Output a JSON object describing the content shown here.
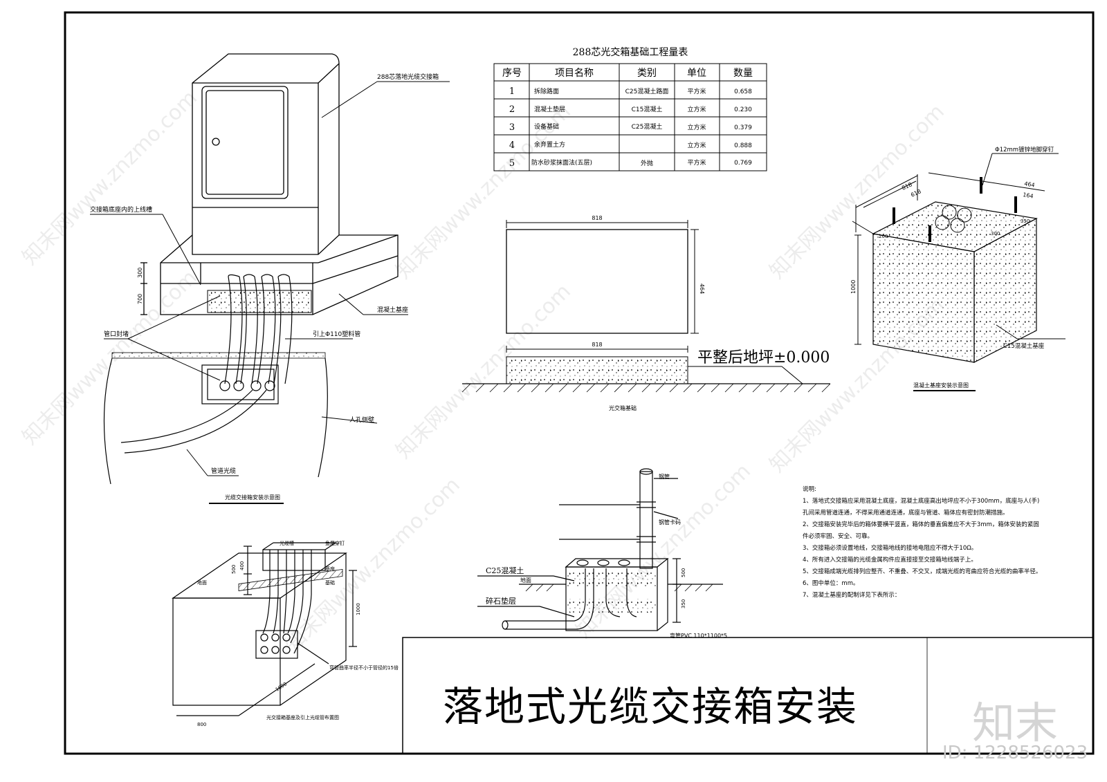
{
  "table": {
    "title": "288芯光交箱基础工程量表",
    "headers": [
      "序号",
      "项目名称",
      "类别",
      "单位",
      "数量"
    ],
    "rows": [
      [
        "1",
        "拆除路面",
        "C25混凝土路面",
        "平方米",
        "0.658"
      ],
      [
        "2",
        "混凝土垫层",
        "C15混凝土",
        "立方米",
        "0.230"
      ],
      [
        "3",
        "设备基础",
        "C25混凝土",
        "立方米",
        "0.379"
      ],
      [
        "4",
        "余弃置土方",
        "",
        "立方米",
        "0.888"
      ],
      [
        "5",
        "防水砂浆抹面法(五层)",
        "外抛",
        "平方米",
        "0.769"
      ]
    ]
  },
  "drawing1": {
    "label_box": "288芯落地光缆交接箱",
    "label_groove": "交接箱底座内的上线槽",
    "label_seal": "管口封堵",
    "label_pipe": "引上Φ110塑料管",
    "label_base": "混凝土基座",
    "label_wall": "人孔侧壁",
    "label_cable": "管道光缆",
    "dim_300": "300",
    "dim_700": "700",
    "caption": "光缆交接箱安装示意图"
  },
  "drawing2": {
    "dim_width_top": "818",
    "dim_height": "464",
    "dim_width_bottom": "818",
    "level": "平整后地坪±0.000",
    "caption": "光交箱基础"
  },
  "drawing3": {
    "label_bolt": "Φ12mm镀锌地脚穿钉",
    "dim_818": "818",
    "dim_618": "618",
    "dim_464": "464",
    "dim_164": "164",
    "dim_300": "300",
    "dim_350": "350",
    "dim_200": "200",
    "dim_1000": "1000",
    "label_base": "C15混凝土基座",
    "caption": "混凝土基座安装示意图"
  },
  "drawing4": {
    "label_groove": "光缆槽",
    "label_bolt": "鱼尾穿钉",
    "label_seat": "基座",
    "label_layer": "基础",
    "label_ground": "地面",
    "dim_500": "500",
    "dim_400": "400",
    "dim_1000": "1000",
    "dim_800": "800",
    "dim_1600": "1600",
    "label_bend": "弯管曲率半径不小于管径的15倍",
    "caption": "光交接箱基座及引上光缆管布置图"
  },
  "drawing5": {
    "label_steel": "钢管",
    "label_clamp": "钢管卡码",
    "label_concrete": "C25混凝土",
    "label_ground": "地面",
    "label_gravel": "碎石垫层",
    "dim_500": "500",
    "dim_350": "350",
    "label_pvc": "弯管PVC 110*1100*5"
  },
  "notes": {
    "heading": "说明:",
    "lines": [
      "1、落地式交接箱应采用混凝土底座，混凝土底座高出地坪应不小于300mm，底座与人(手)",
      "   孔间采用管道连通，不得采用通道连通，底座与管道、箱体应有密封防潮措施。",
      "2、交接箱安装完毕后的箱体要横平竖直，箱体的垂直偏差应不大于3mm，箱体安装的紧固",
      "   件必须牢固、安全、可靠。",
      "3、交接箱必须设置地线，交接箱地线的接地电阻应不得大于10Ω。",
      "4、所有进入交接箱的光缆金属构件应直接接至交接箱地线端子上。",
      "5、交接箱成端光缆排列应整齐、不重叠、不交叉，成端光缆的弯曲应符合光缆的曲率半径。",
      "6、图中单位：mm。",
      "7、混凝土基座的配制详见下表所示："
    ]
  },
  "title_block": {
    "title": "落地式光缆交接箱安装"
  },
  "watermark": {
    "logo_text": "知末",
    "id_text": "ID: 1228526023",
    "site_text": "知末网www.znzmo.com"
  }
}
